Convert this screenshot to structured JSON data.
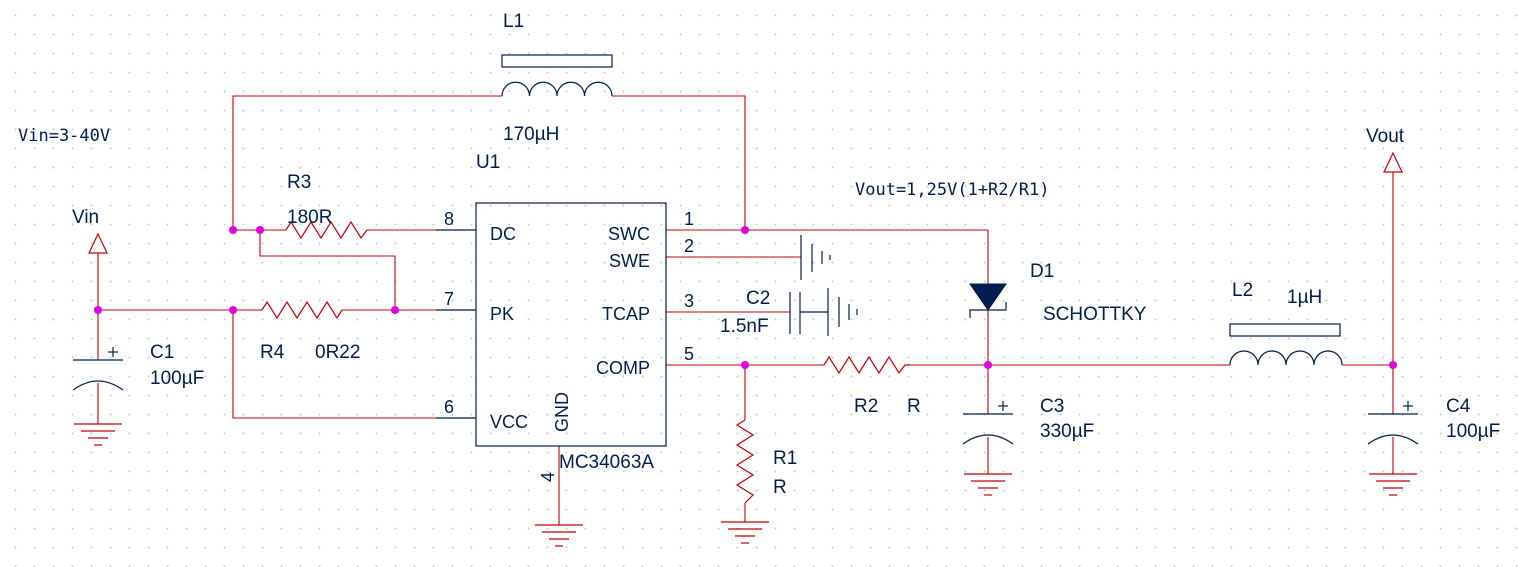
{
  "notes": {
    "vin_range": "Vin=3-40V",
    "vout_formula": "Vout=1,25V(1+R2/R1)"
  },
  "ports": {
    "vin": "Vin",
    "vout": "Vout"
  },
  "ic": {
    "ref": "U1",
    "part": "MC34063A",
    "pins": {
      "dc": "DC",
      "swc": "SWC",
      "swe": "SWE",
      "pk": "PK",
      "tcap": "TCAP",
      "comp": "COMP",
      "vcc": "VCC",
      "gnd": "GND"
    },
    "pin_numbers": {
      "p8": "8",
      "p1": "1",
      "p2": "2",
      "p7": "7",
      "p3": "3",
      "p5": "5",
      "p6": "6",
      "p4": "4"
    }
  },
  "components": {
    "l1": {
      "ref": "L1",
      "value": "170µH"
    },
    "l2": {
      "ref": "L2",
      "value": "1µH"
    },
    "r1": {
      "ref": "R1",
      "value": "R"
    },
    "r2": {
      "ref": "R2",
      "value": "R"
    },
    "r3": {
      "ref": "R3",
      "value": "180R"
    },
    "r4": {
      "ref": "R4",
      "value": "0R22"
    },
    "c1": {
      "ref": "C1",
      "value": "100µF"
    },
    "c2": {
      "ref": "C2",
      "value": "1.5nF"
    },
    "c3": {
      "ref": "C3",
      "value": "330µF"
    },
    "c4": {
      "ref": "C4",
      "value": "100µF"
    },
    "d1": {
      "ref": "D1",
      "value": "SCHOTTKY"
    }
  },
  "colors": {
    "wire": "#c80000",
    "component": "#001e50",
    "junction": "#e000e0"
  }
}
